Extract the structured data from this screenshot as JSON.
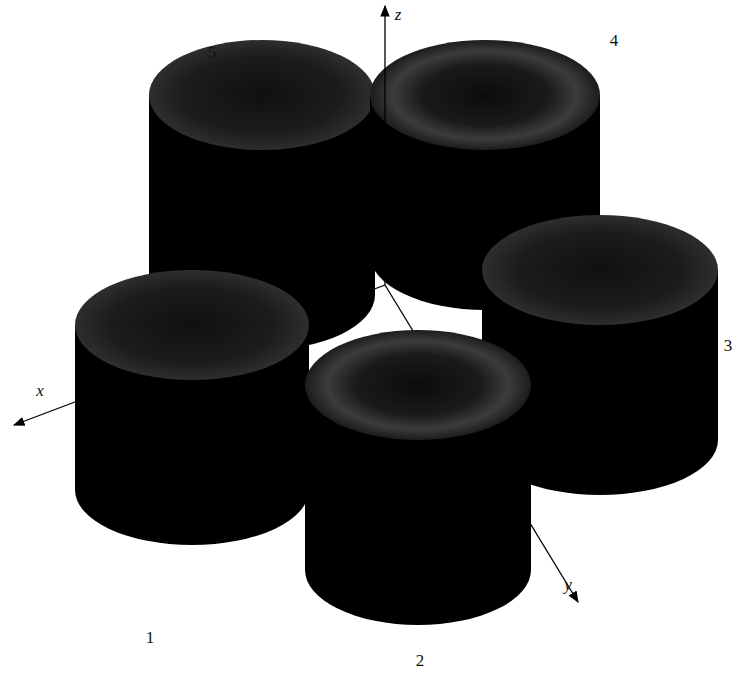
{
  "diagram": {
    "labels": [
      "5",
      "z",
      "4",
      "3",
      "x",
      "1",
      "y",
      "2"
    ]
  }
}
